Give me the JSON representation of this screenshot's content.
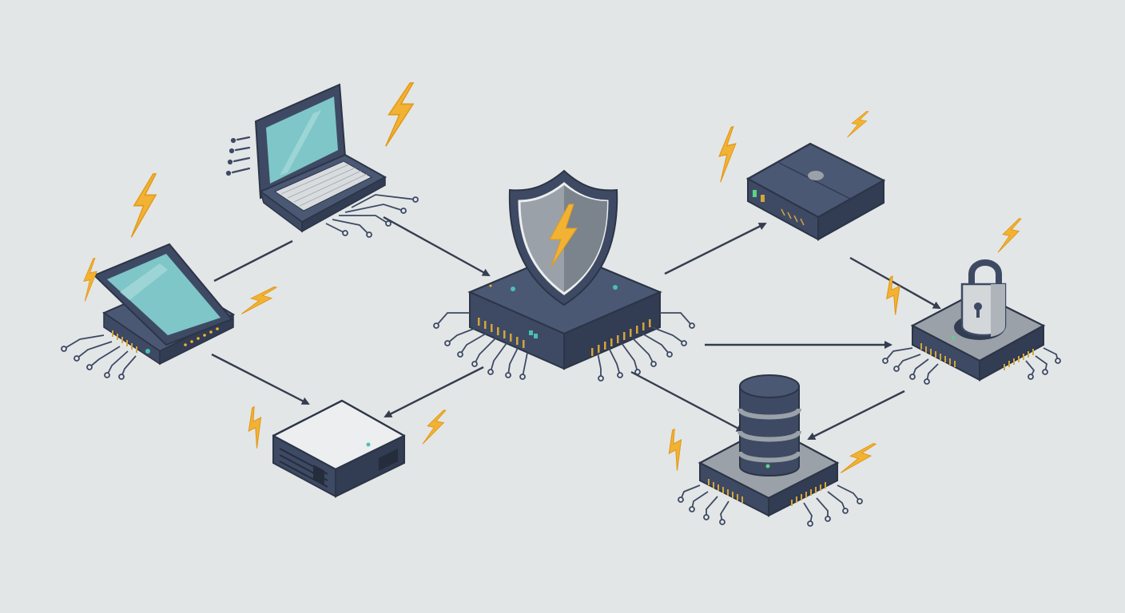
{
  "diagram": {
    "type": "network-security-illustration",
    "text_labels": [],
    "colors": {
      "background": "#e3e6e7",
      "device_dark": "#3e4a63",
      "device_top": "#4a5874",
      "device_outline": "#2c3547",
      "screen": "#7fc6c8",
      "light_top": "#eceeef",
      "accent_lightning": "#f2b233",
      "pin": "#d4a53a",
      "led_green": "#5fd08a",
      "led_teal": "#4bc0b2",
      "shield_gray": "#9aa1a8",
      "arrow": "#353e4f"
    },
    "nodes": [
      {
        "id": "laptop",
        "icon": "laptop-icon"
      },
      {
        "id": "tablet",
        "icon": "tablet-icon"
      },
      {
        "id": "router-white",
        "icon": "router-icon"
      },
      {
        "id": "security-hub",
        "icon": "shield-chip-icon"
      },
      {
        "id": "modem-box",
        "icon": "modem-icon"
      },
      {
        "id": "secure-lock",
        "icon": "padlock-chip-icon"
      },
      {
        "id": "database",
        "icon": "database-chip-icon"
      }
    ],
    "edges": [
      {
        "from": "tablet",
        "to": "laptop"
      },
      {
        "from": "laptop",
        "to": "security-hub"
      },
      {
        "from": "tablet",
        "to": "router-white"
      },
      {
        "from": "security-hub",
        "to": "router-white"
      },
      {
        "from": "security-hub",
        "to": "modem-box"
      },
      {
        "from": "security-hub",
        "to": "secure-lock"
      },
      {
        "from": "modem-box",
        "to": "secure-lock"
      },
      {
        "from": "security-hub",
        "to": "database"
      },
      {
        "from": "secure-lock",
        "to": "database"
      }
    ]
  }
}
